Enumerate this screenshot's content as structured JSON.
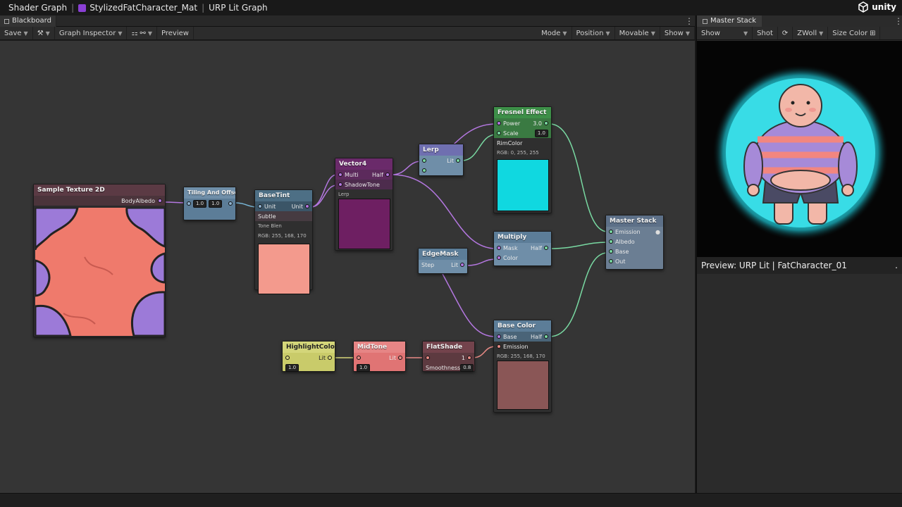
{
  "window": {
    "title_part1": "Shader Graph",
    "title_part2": "StylizedFatCharacter_Mat",
    "title_part3": "URP Lit Graph",
    "brand": "unity"
  },
  "tabs": {
    "blackboard": "Blackboard",
    "master_stack": "Master Stack"
  },
  "toolbar": {
    "save": "Save",
    "graph_inspector": "Graph Inspector",
    "preview": "Preview",
    "mode": "Mode",
    "position": "Position",
    "movable": "Movable",
    "show": "Show"
  },
  "right_toolbar": {
    "show": "Show",
    "shot": "Shot",
    "zoom": "ZWoll",
    "size_color": "Size Color"
  },
  "nodes": {
    "sample_texture": {
      "title": "Sample Texture 2D",
      "output": "BodyAlbedo"
    },
    "tiling_offset": {
      "title": "Tiling And Offset",
      "x_value": "1.0",
      "y_value": "1.0"
    },
    "base_tint": {
      "title": "BaseTint",
      "in": "Unit",
      "out": "Unit",
      "sub_title": "Subtle",
      "line1": "Tone Blen",
      "line2": "RGB: 255, 168, 170"
    },
    "vector4": {
      "title": "Vector4",
      "in": "Multi",
      "out": "Half",
      "line1": "ShadowTone",
      "line2": "Lerp"
    },
    "lerp": {
      "title": "Lerp",
      "out": "Lit"
    },
    "fresnel": {
      "title": "Fresnel Effect",
      "power": "Power",
      "power_value": "3.0",
      "scale": "Scale",
      "scale_value": "1.0",
      "line1": "RimColor",
      "line2": "RGB: 0, 255, 255"
    },
    "multiply": {
      "title": "Multiply",
      "in": "Mask",
      "out": "Half",
      "in2": "Color"
    },
    "edge_mask": {
      "title": "EdgeMask",
      "in": "Step",
      "out": "Lit"
    },
    "master_stack": {
      "title": "Master Stack",
      "p1": "Emission",
      "p2": "Albedo",
      "p3": "Base",
      "p4": "Out"
    },
    "base_color": {
      "title": "Base Color",
      "in": "Base",
      "out": "Half",
      "line1": "Emission",
      "line2": "RGB: 255, 168, 170"
    },
    "highlight": {
      "title": "HighlightColor",
      "out": "Lit",
      "value": "1.0"
    },
    "midtone": {
      "title": "MidTone",
      "out": "Lit",
      "value": "1.0"
    },
    "flatshade": {
      "title": "FlatShade",
      "out": "1",
      "label": "Smoothness",
      "value": "0.8"
    }
  },
  "preview": {
    "caption": "Preview: URP Lit | FatCharacter_01",
    "dot": "."
  },
  "colors": {
    "canvas": "#353535",
    "texture_node": "#5b3a44",
    "uv_node": "#6f8ea8",
    "blue_node": "#5c7d98",
    "purple_node": "#6a2a6a",
    "lerp_node": "#6f6fb0",
    "fresnel_node": "#3d8f48",
    "master_node": "#6b7e93",
    "yellow_node": "#c9cb6a",
    "red_node": "#e07474",
    "brown_node": "#73434c",
    "wire_purple": "#b477e0",
    "wire_green": "#79d9a2",
    "wire_yellow": "#d6d57a",
    "wire_red": "#e88a85"
  }
}
